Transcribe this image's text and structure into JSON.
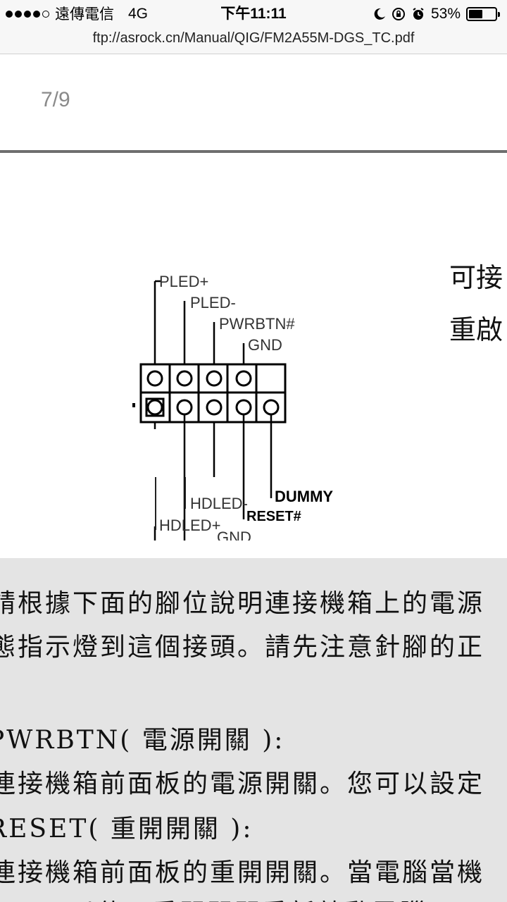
{
  "status_bar": {
    "carrier": "遠傳電信",
    "network": "4G",
    "time": "下午11:11",
    "battery_percent": "53%",
    "battery_level": 0.53
  },
  "browser": {
    "url": "ftp://asrock.cn/Manual/QIG/FM2A55M-DGS_TC.pdf"
  },
  "pdf": {
    "page_indicator": "7/9",
    "side_lines": [
      "可接",
      "重啟"
    ],
    "diagram_labels": {
      "pled_plus": "PLED+",
      "pled_minus": "PLED-",
      "pwrbtn": "PWRBTN#",
      "gnd_top": "GND",
      "dummy": "DUMMY",
      "reset": "RESET#",
      "gnd_bottom": "GND",
      "hdled_minus": "HDLED-",
      "hdled_plus": "HDLED+"
    },
    "paragraph_lines": [
      "請根據下面的腳位說明連接機箱上的電源",
      "態指示燈到這個接頭。請先注意針腳的正",
      "",
      "PWRBTN( 電源開關 ):",
      "連接機箱前面板的電源開關。您可以設定",
      "RESET( 重開開關 ):",
      "連接機箱前面板的重開開關。當電腦當機",
      "可以使用重開開關重新啟動電腦。"
    ]
  }
}
